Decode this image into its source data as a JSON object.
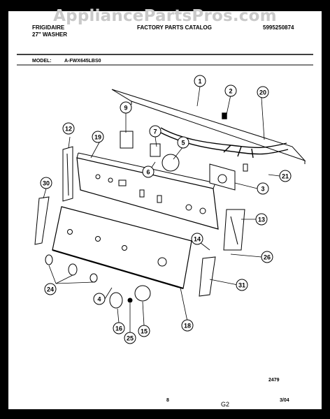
{
  "watermark": "AppliancePartsPros.com",
  "header": {
    "brand": "FRIGIDAIRE",
    "product": "27\" WASHER",
    "catalog_title": "FACTORY PARTS CATALOG",
    "catalog_number": "5995250874",
    "model_label": "MODEL:",
    "model_number": "A-FWX645LBS0"
  },
  "footer": {
    "drawing_number": "2479",
    "page_number": "8",
    "section_code": "G2",
    "date_code": "3/04"
  },
  "callouts": [
    "1",
    "2",
    "20",
    "9",
    "7",
    "5",
    "6",
    "12",
    "19",
    "21",
    "3",
    "30",
    "13",
    "14",
    "26",
    "24",
    "4",
    "31",
    "16",
    "25",
    "15",
    "18"
  ],
  "colors": {
    "ink": "#000000",
    "paper": "#ffffff",
    "watermark": "#c9c9c9"
  }
}
